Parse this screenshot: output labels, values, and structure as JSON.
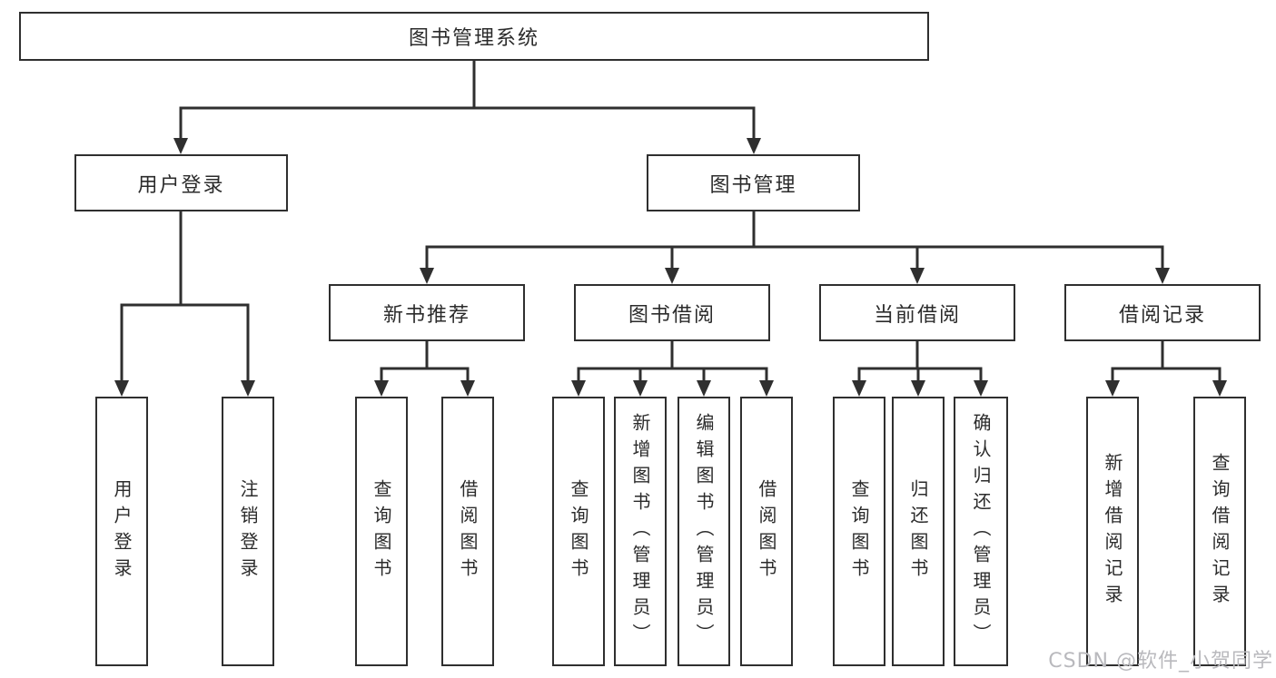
{
  "nodes": {
    "root": {
      "label": "图书管理系统"
    },
    "level2": [
      {
        "label": "用户登录"
      },
      {
        "label": "图书管理"
      }
    ],
    "level3": [
      {
        "label": "新书推荐"
      },
      {
        "label": "图书借阅"
      },
      {
        "label": "当前借阅"
      },
      {
        "label": "借阅记录"
      }
    ],
    "leaves": [
      {
        "label": "用户登录"
      },
      {
        "label": "注销登录"
      },
      {
        "label": "查询图书"
      },
      {
        "label": "借阅图书"
      },
      {
        "label": "查询图书"
      },
      {
        "label": "新增图书（管理员）"
      },
      {
        "label": "编辑图书（管理员）"
      },
      {
        "label": "借阅图书"
      },
      {
        "label": "查询图书"
      },
      {
        "label": "归还图书"
      },
      {
        "label": "确认归还（管理员）"
      },
      {
        "label": "新增借阅记录"
      },
      {
        "label": "查询借阅记录"
      }
    ]
  },
  "watermark": {
    "text": "CSDN @软件_小贺同学"
  },
  "colors": {
    "line": "#2f2f2f",
    "box_border": "#2f2f2f",
    "text": "#2b2b2b",
    "background": "#ffffff",
    "watermark": "#b9b9bd"
  }
}
